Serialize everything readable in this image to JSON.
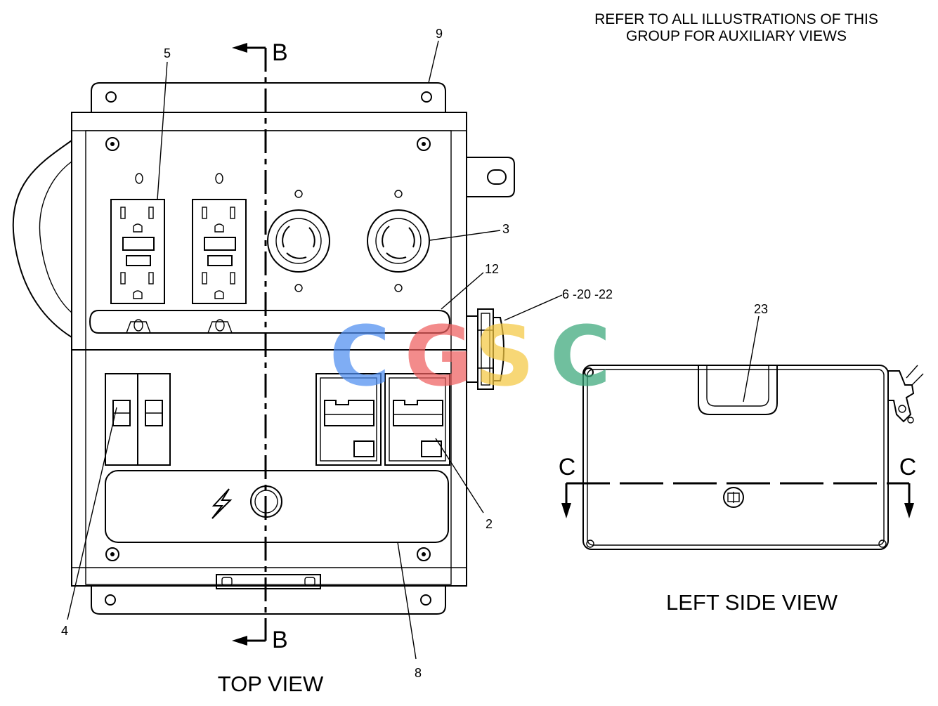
{
  "note": [
    "REFER TO ALL ILLUSTRATIONS OF THIS",
    "GROUP FOR AUXILIARY VIEWS"
  ],
  "views": {
    "top": "TOP VIEW",
    "left_side": "LEFT SIDE VIEW"
  },
  "section_marks": {
    "b": "B",
    "c": "C"
  },
  "callouts": {
    "c2": "2",
    "c3": "3",
    "c4": "4",
    "c5": "5",
    "c8": "8",
    "c9": "9",
    "c12": "12",
    "c6": "6 -20 -22",
    "c23": "23"
  },
  "watermark": {
    "letters": [
      "C",
      "G",
      "S",
      "C"
    ],
    "colors": [
      "#4f8ef0",
      "#ef5f5f",
      "#f5c842",
      "#3aa77a"
    ]
  }
}
